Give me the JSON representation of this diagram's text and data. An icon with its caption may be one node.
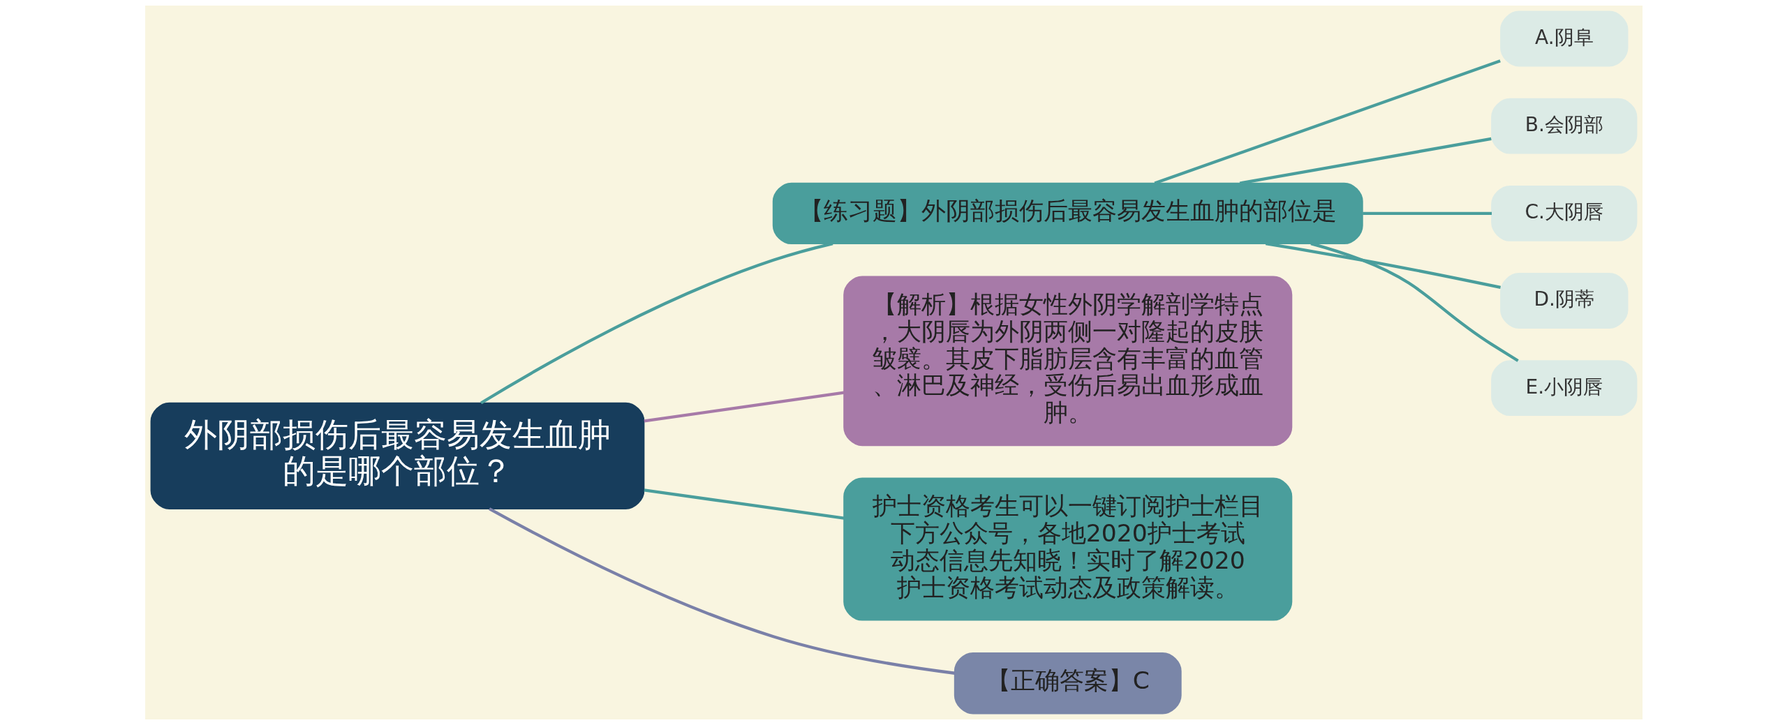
{
  "diagram": {
    "nodes": [
      {
        "text": [
          "外阴部损伤后最容易发生血肿的是哪个部位？"
        ]
      },
      {
        "text": [
          "【练习题】外阴部损伤后最容易发生血肿的部位是"
        ]
      },
      {
        "text": [
          "A.阴阜"
        ]
      },
      {
        "text": [
          "B.会阴部"
        ]
      },
      {
        "text": [
          "C.大阴唇"
        ]
      },
      {
        "text": [
          "D.阴蒂"
        ]
      },
      {
        "text": [
          "E.小阴唇"
        ]
      },
      {
        "text": [
          "【解析】根据女性外阴学解剖学特点，大阴唇为外阴两侧一对隆起的皮肤皱襞。其皮下脂肪层含有丰富的血管、淋巴及神经，受伤后易出血形成血肿。"
        ]
      },
      {
        "text": [
          "护士资格考生可以一键订阅护士栏目下方公众号，各地2020护士考试动态信息先知晓！实时了解2020护士资格考试动态及政策解读。"
        ]
      },
      {
        "text": [
          "【正确答案】C"
        ]
      }
    ],
    "edges": [
      {
        "from": 0,
        "to": 1,
        "arrow": "none"
      },
      {
        "from": 1,
        "to": 2,
        "arrow": "none"
      },
      {
        "from": 1,
        "to": 3,
        "arrow": "none"
      },
      {
        "from": 1,
        "to": 4,
        "arrow": "none"
      },
      {
        "from": 1,
        "to": 5,
        "arrow": "none"
      },
      {
        "from": 1,
        "to": 6,
        "arrow": "none"
      },
      {
        "from": 0,
        "to": 7,
        "arrow": "none",
        "color": "#a77aa8"
      },
      {
        "from": 0,
        "to": 8,
        "arrow": "none"
      },
      {
        "from": 0,
        "to": 9,
        "arrow": "none",
        "color": "#7a80a8"
      }
    ]
  }
}
